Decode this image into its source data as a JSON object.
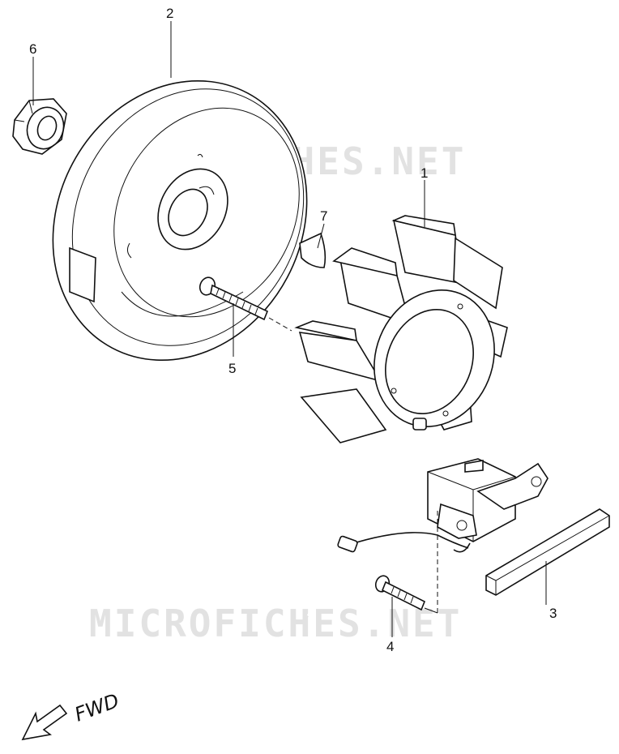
{
  "watermark": {
    "text": "MICROFICHES.NET"
  },
  "callouts": {
    "stator": "1",
    "rotor": "2",
    "pulser_cover": "3",
    "pulser_screw": "4",
    "stator_screw": "5",
    "nut": "6",
    "key": "7"
  },
  "direction": {
    "label": "FWD"
  },
  "colors": {
    "line": "#111111",
    "watermark": "#e2e2e2",
    "background": "#ffffff"
  }
}
